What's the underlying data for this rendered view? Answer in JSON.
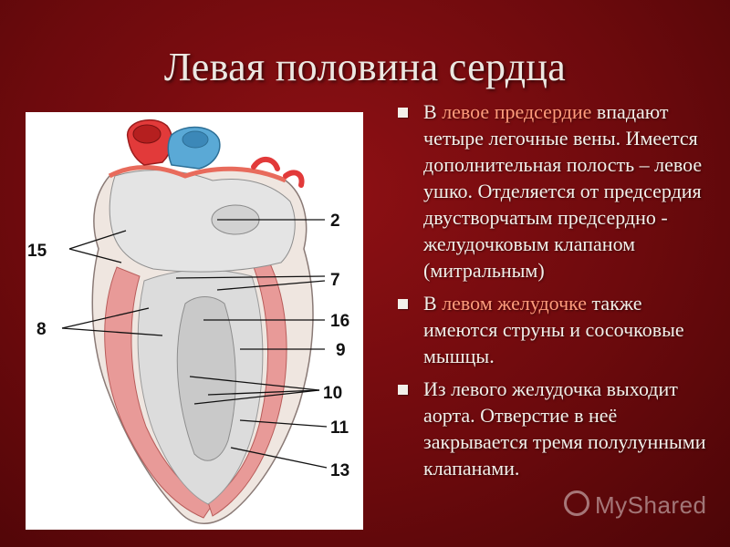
{
  "title": "Левая половина сердца",
  "figure": {
    "labels": [
      "2",
      "15",
      "7",
      "8",
      "16",
      "9",
      "10",
      "11",
      "13"
    ]
  },
  "bullets": [
    {
      "parts": [
        "В ",
        "левое предсердие",
        " впадают четыре легочные вены. Имеется дополнительная полость – левое ушко. Отделяется от предсердия двустворчатым предсердно - желудочковым клапаном (митральным)"
      ]
    },
    {
      "parts": [
        "В ",
        "левом желудочке",
        " также имеются струны и сосочковые мышцы."
      ]
    },
    {
      "parts": [
        "Из левого желудочка выходит аорта. Отверстие в неё закрывается тремя полулунными клапанами."
      ]
    }
  ],
  "colors": {
    "background": "#6d0a0d",
    "highlight": "#ff9c7c",
    "text": "#f2efe9",
    "myocardium": "#e89a98",
    "aorta": "#e23a3a",
    "pulmonary": "#5aa9d6"
  },
  "watermark": "MyShared"
}
